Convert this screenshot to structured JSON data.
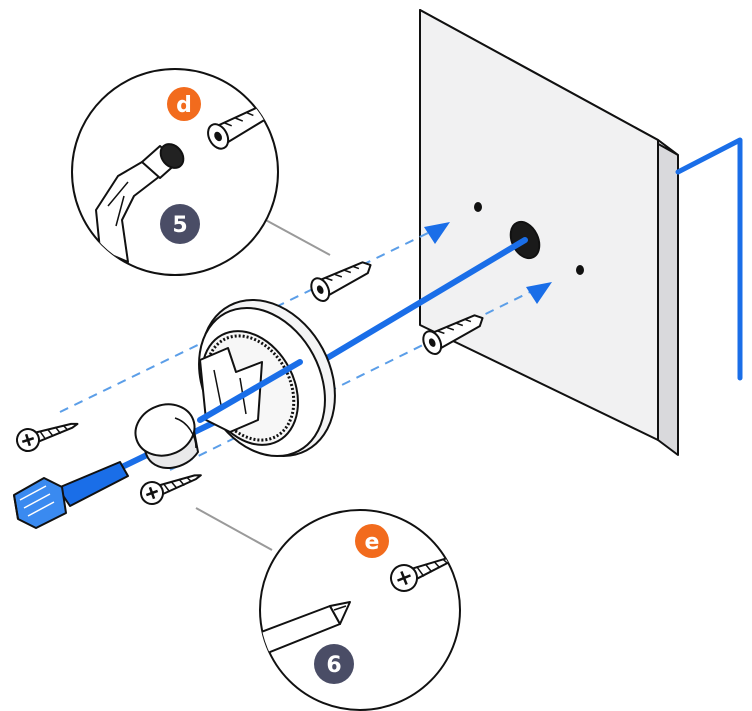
{
  "colors": {
    "cable": "#1a6ee8",
    "badge_orange": "#f26b1d",
    "badge_slate": "#4a4d66",
    "wall_face": "#f1f1f2",
    "wall_side": "#d9d9dc",
    "outline": "#111111",
    "leader": "#9a9a9a"
  },
  "callouts": [
    {
      "letter": "d",
      "step": "5"
    },
    {
      "letter": "e",
      "step": "6"
    }
  ],
  "icons": [
    "wall-plate",
    "screw-anchor",
    "wood-screw",
    "mount-base",
    "cable-grommet",
    "rj45-connector",
    "hammer",
    "screwdriver"
  ]
}
